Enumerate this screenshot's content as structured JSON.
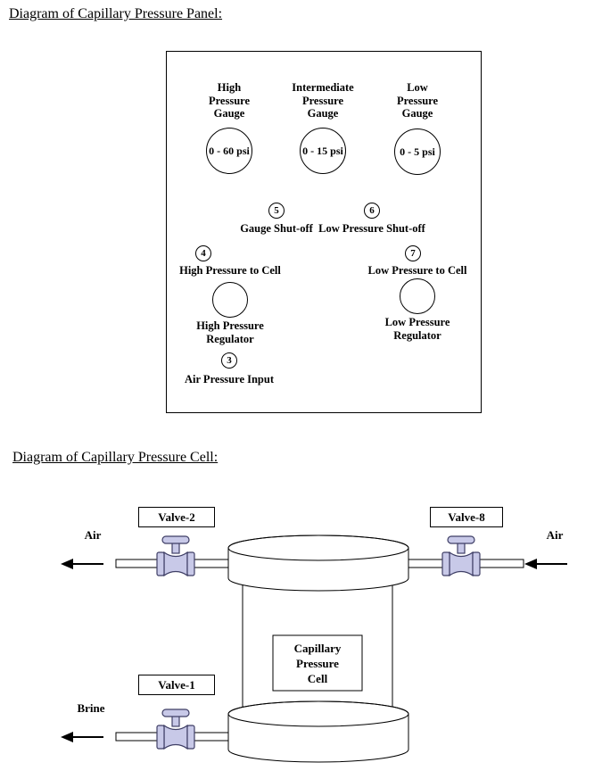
{
  "titles": {
    "panel": "Diagram of Capillary Pressure Panel:",
    "cell": "Diagram of Capillary Pressure Cell:"
  },
  "panel": {
    "gauges": [
      {
        "name": "High\nPressure\nGauge",
        "range": "0 - 60 psi"
      },
      {
        "name": "Intermediate\nPressure\nGauge",
        "range": "0 - 15 psi"
      },
      {
        "name": "Low\nPressure\nGauge",
        "range": "0 - 5 psi"
      }
    ],
    "numbered_valves": [
      {
        "number": "5",
        "label": "Gauge Shut-off"
      },
      {
        "number": "6",
        "label": "Low Pressure Shut-off"
      },
      {
        "number": "4",
        "label": "High Pressure to Cell"
      },
      {
        "number": "7",
        "label": "Low Pressure to Cell"
      },
      {
        "number": "3",
        "label": "Air Pressure Input"
      }
    ],
    "regulators": [
      {
        "label": "High Pressure\nRegulator"
      },
      {
        "label": "Low Pressure\nRegulator"
      }
    ]
  },
  "cell": {
    "valve_tags": [
      {
        "label": "Valve-2"
      },
      {
        "label": "Valve-8"
      },
      {
        "label": "Valve-1"
      }
    ],
    "flow_labels": [
      {
        "label": "Air"
      },
      {
        "label": "Air"
      },
      {
        "label": "Brine"
      }
    ],
    "vessel_label": "Capillary\nPressure\nCell"
  },
  "colors": {
    "valve_fill": "#c8c9e8",
    "valve_stroke": "#3f3f66",
    "line": "#000000"
  }
}
